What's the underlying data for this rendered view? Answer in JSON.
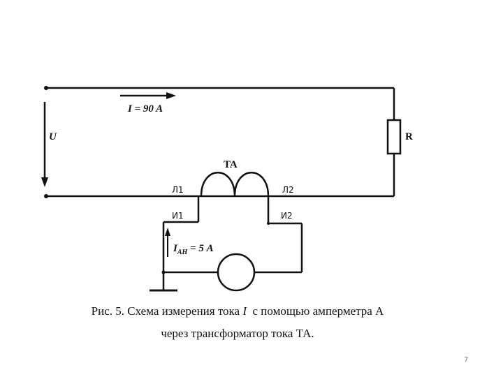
{
  "labels": {
    "current": "I = 90 A",
    "voltage": "U",
    "resistor": "R",
    "transformer": "TA",
    "l1": "Л1",
    "l2": "Л2",
    "i1": "И1",
    "i2": "И2",
    "secondary_current_main": "I",
    "secondary_current_sub": "АН",
    "secondary_current_rest": " = 5 А"
  },
  "caption": {
    "prefix": "Рис. 5. Схема измерения тока ",
    "variable": "I",
    "suffix": "  с помощью амперметра А",
    "line2": "через трансформатор тока ТА."
  },
  "page_number": "7"
}
